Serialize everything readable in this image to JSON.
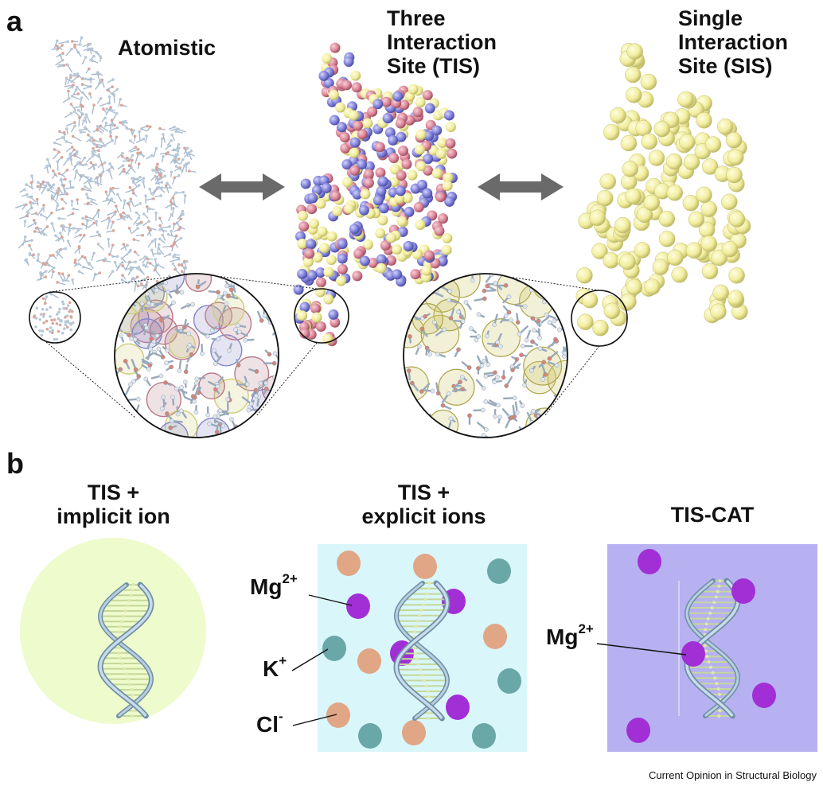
{
  "panel_a": {
    "letter": "a",
    "titles": {
      "atomistic": "Atomistic",
      "tis": [
        "Three",
        "Interaction",
        "Site (TIS)"
      ],
      "sis": [
        "Single",
        "Interaction",
        "Site (SIS)"
      ]
    },
    "colors": {
      "sis_bead": "#f4f0a2",
      "tis_pink": "#d98496",
      "tis_blue": "#7d7ed8",
      "tis_yellow": "#eeeb98",
      "arrow": "#6a6a6a"
    }
  },
  "panel_b": {
    "letter": "b",
    "implicit": {
      "title": [
        "TIS +",
        "implicit ion"
      ],
      "bg": "#eefbcc"
    },
    "explicit": {
      "title": [
        "TIS +",
        "explicit ions"
      ],
      "bg": "#d9f6fa",
      "mg_base": "Mg",
      "mg_sup": "2+",
      "k_base": "K",
      "k_sup": "+",
      "cl_base": "Cl",
      "cl_sup": "-",
      "colors": {
        "mg": "#a22fd6",
        "k": "#6aa8a8",
        "cl": "#e0a685"
      }
    },
    "cat": {
      "title": "TIS-CAT",
      "bg": "#b7b1f1",
      "mg_base": "Mg",
      "mg_sup": "2+",
      "colors": {
        "mg": "#a22fd6"
      }
    }
  },
  "credit": "Current Opinion in Structural Biology"
}
